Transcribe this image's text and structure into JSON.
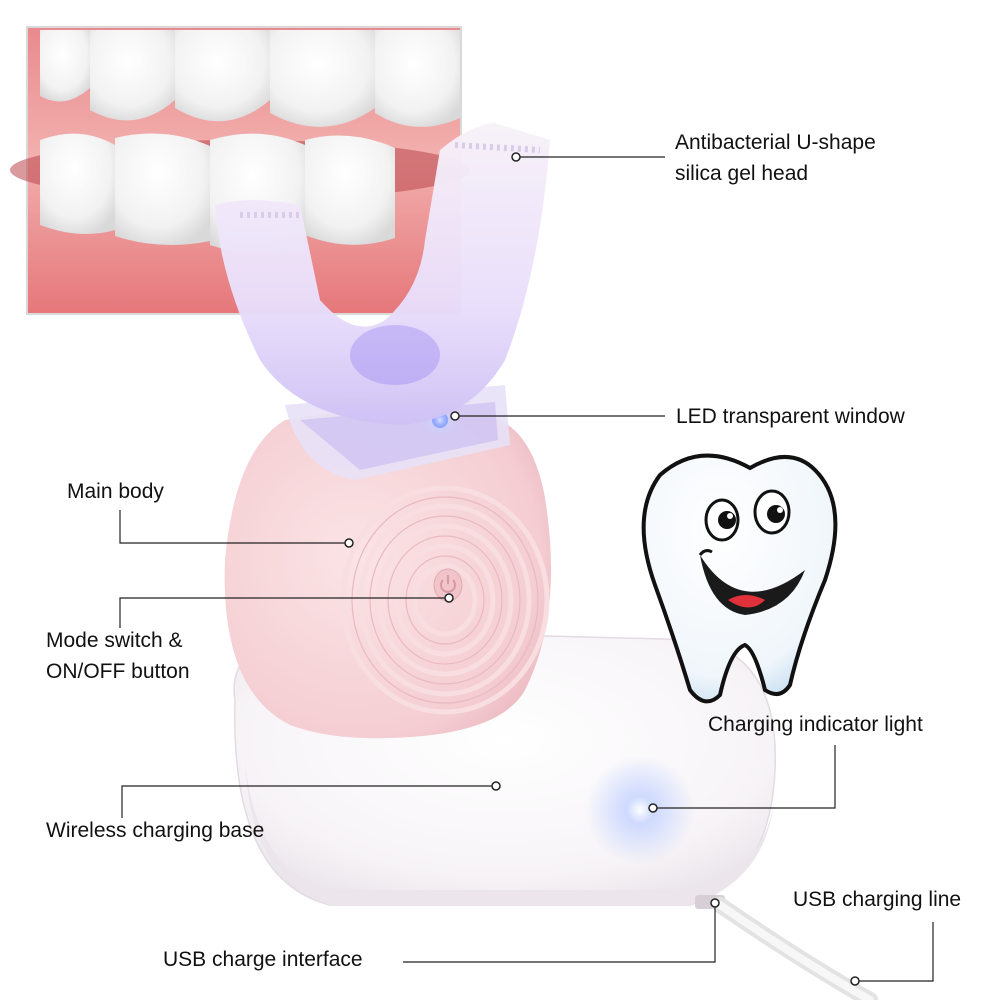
{
  "callouts": {
    "head_line1": "Antibacterial U-shape",
    "head_line2": "silica gel head",
    "led_window": "LED transparent window",
    "main_body": "Main body",
    "mode_line1": "Mode switch &",
    "mode_line2": "ON/OFF button",
    "charging_light": "Charging indicator light",
    "charging_base": "Wireless charging base",
    "usb_line": "USB charging line",
    "usb_interface": "USB charge interface"
  }
}
